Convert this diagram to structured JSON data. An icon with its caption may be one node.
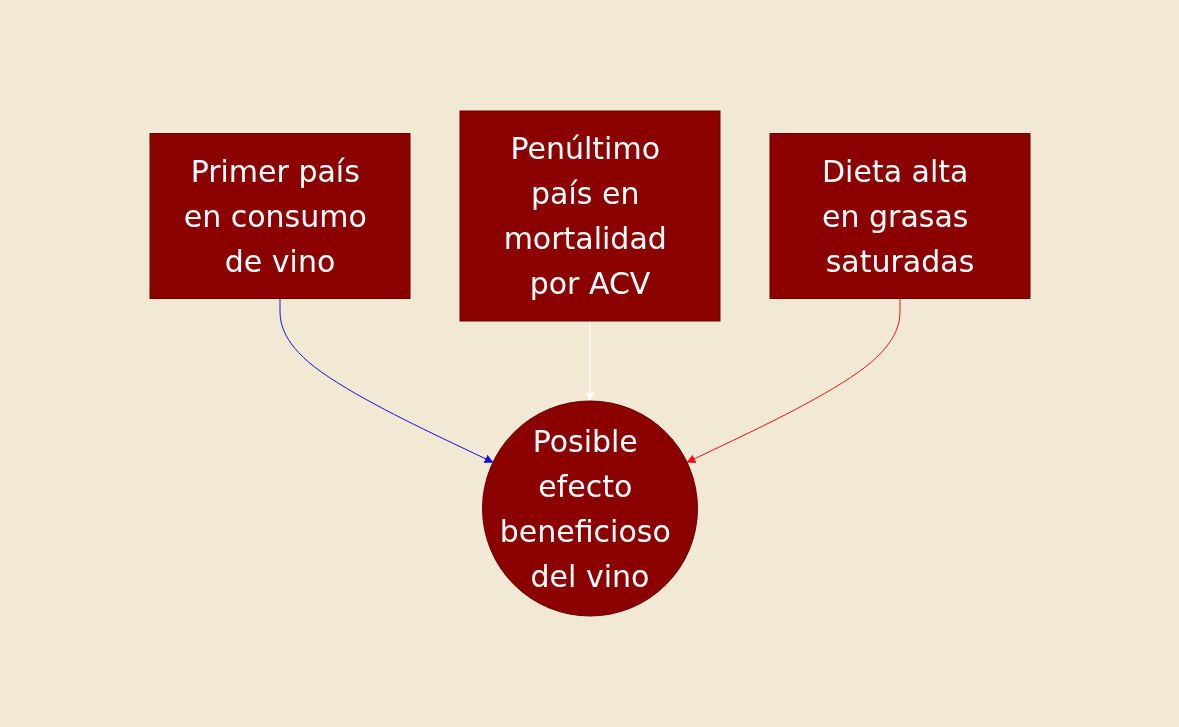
{
  "diagram": {
    "nodes": [
      {
        "text": [
          "Primer país en consumo de vino"
        ]
      },
      {
        "text": [
          "Penúltimo país en mortalidad por ACV"
        ]
      },
      {
        "text": [
          "Dieta alta en grasas saturadas"
        ]
      },
      {
        "text": [
          "Posible efecto beneficioso del vino"
        ]
      }
    ],
    "edges": [
      {
        "from": 0,
        "to": 3,
        "arrow": "to",
        "color": "#1010e0"
      },
      {
        "from": 1,
        "to": 3,
        "arrow": "to",
        "color": "#ffffff"
      },
      {
        "from": 2,
        "to": 3,
        "arrow": "to",
        "color": "#f01010"
      }
    ]
  }
}
